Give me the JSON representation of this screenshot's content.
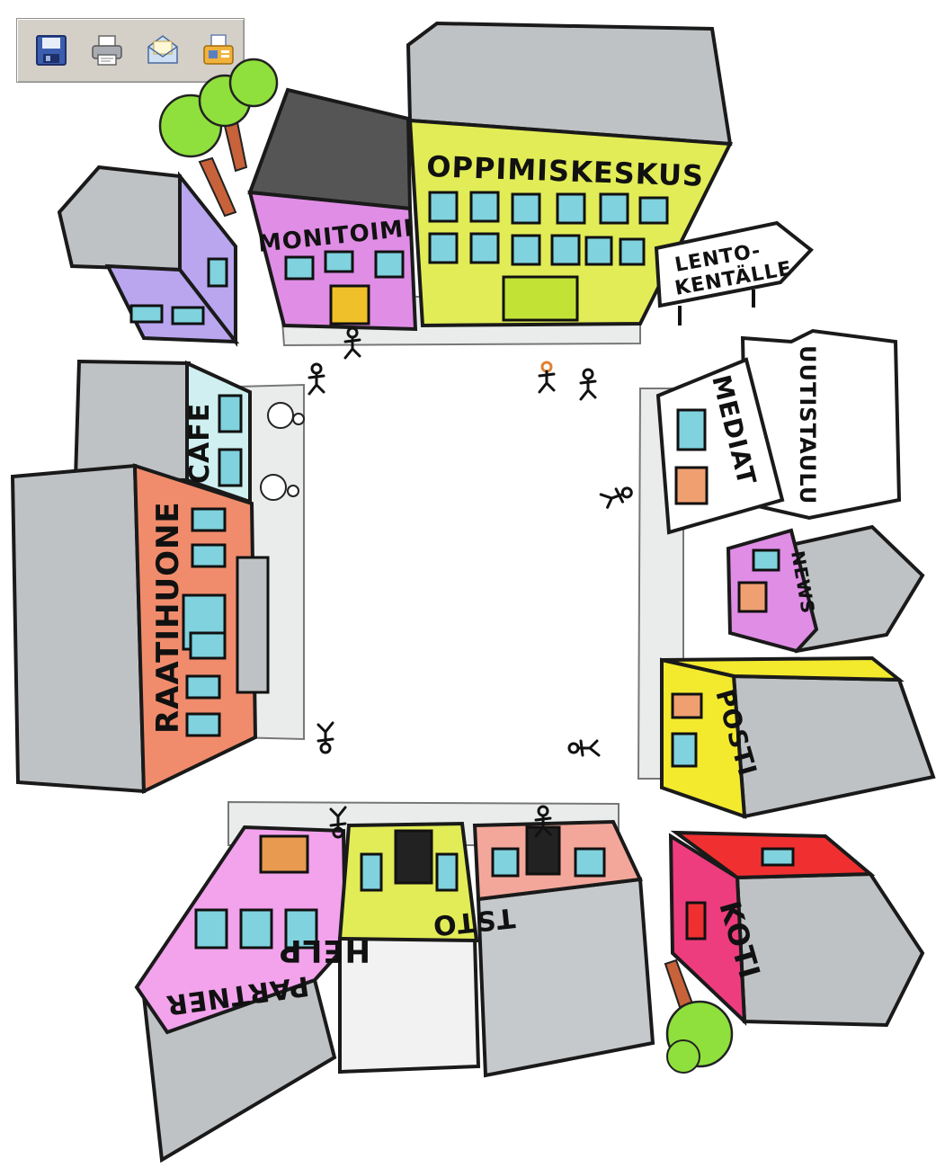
{
  "toolbar": {
    "buttons": [
      {
        "icon": "save-icon"
      },
      {
        "icon": "print-icon"
      },
      {
        "icon": "mail-icon"
      },
      {
        "icon": "fax-icon"
      }
    ]
  },
  "buildings": {
    "oppimiskeskus": "OPPIMISKESKUS",
    "monitoimi": "MONITOIMI",
    "lentokentalle_line1": "LENTO-",
    "lentokentalle_line2": "KENTÄLLE",
    "uutistaulu": "UUTISTAULU",
    "mediat": "MEDIAT",
    "cafe": "CAFE",
    "raatihuone": "RAATIHUONE",
    "news": "NEWS",
    "posti": "POSTI",
    "koti": "KOTI",
    "tsto": "TSTO",
    "help": "HELP",
    "partner": "PARTNER"
  },
  "colors": {
    "oppimiskeskus": "#e2ec57",
    "monitoimi": "#e08de6",
    "cafe": "#cfeff0",
    "raatihuone": "#f08c6c",
    "mediat": "#ffffff",
    "news": "#e08de6",
    "posti": "#f3ea2e",
    "koti": "#ee3d7f",
    "tsto": "#f3a79a",
    "help": "#e2ec57",
    "partner": "#f2a3ec",
    "roof": "#bfc2c4",
    "plaza": "#e9ecea",
    "tree": "#8fe03c"
  }
}
